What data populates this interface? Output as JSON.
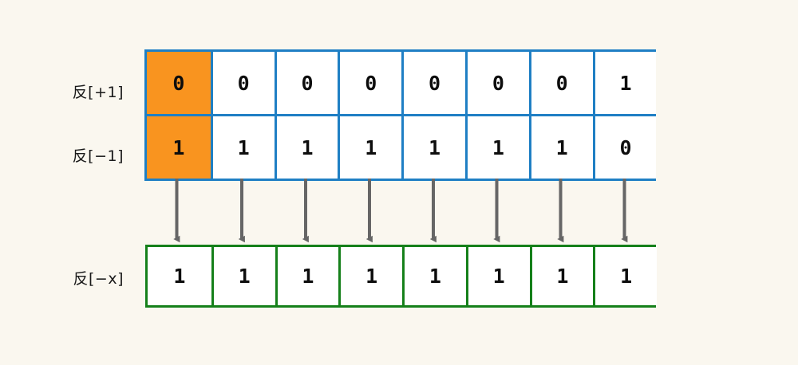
{
  "diagram": {
    "background_color": "#faf7ef",
    "rows": [
      {
        "id": "row-plus1",
        "label": "反[+1]",
        "border_color": "#1f7fc4",
        "highlight_color": "#f9941f",
        "highlight_index": 0,
        "cells": [
          "0",
          "0",
          "0",
          "0",
          "0",
          "0",
          "0",
          "1"
        ]
      },
      {
        "id": "row-minus1",
        "label": "反[−1]",
        "border_color": "#1f7fc4",
        "highlight_color": "#f9941f",
        "highlight_index": 0,
        "cells": [
          "1",
          "1",
          "1",
          "1",
          "1",
          "1",
          "1",
          "0"
        ]
      },
      {
        "id": "row-minusx",
        "label": "反[−x]",
        "border_color": "#15801a",
        "highlight_index": -1,
        "cells": [
          "1",
          "1",
          "1",
          "1",
          "1",
          "1",
          "1",
          "1"
        ]
      }
    ],
    "arrows": {
      "count": 8,
      "color": "#666666",
      "direction": "down",
      "from_row": "row-minus1",
      "to_row": "row-minusx"
    }
  }
}
